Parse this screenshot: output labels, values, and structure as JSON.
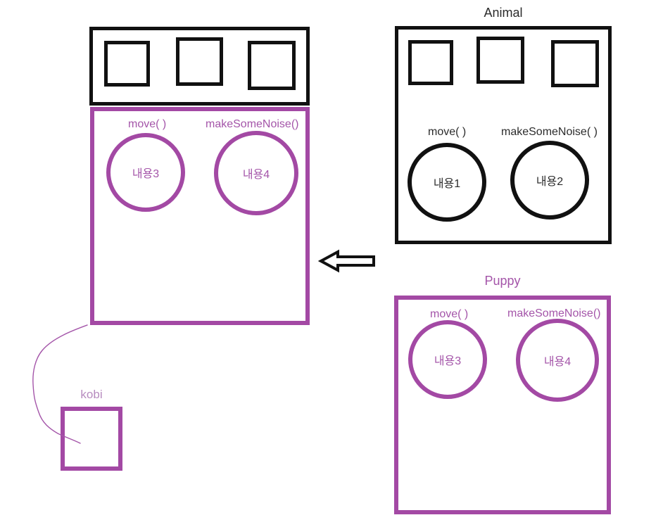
{
  "colors": {
    "black": "#111111",
    "dark-text": "#2b2b2b",
    "purple": "#a349a4",
    "purple-text": "#a455a9",
    "kobi-text": "#b78bbf",
    "bg": "#ffffff"
  },
  "animal": {
    "title": "Animal",
    "field_slots": 3,
    "methods": [
      {
        "label": "move( )",
        "content": "내용1"
      },
      {
        "label": "makeSomeNoise( )",
        "content": "내용2"
      }
    ]
  },
  "puppy": {
    "title": "Puppy",
    "methods": [
      {
        "label": "move( )",
        "content": "내용3"
      },
      {
        "label": "makeSomeNoise()",
        "content": "내용4"
      }
    ]
  },
  "instance": {
    "field_slots": 3,
    "methods": [
      {
        "label": "move( )",
        "content": "내용3"
      },
      {
        "label": "makeSomeNoise()",
        "content": "내용4"
      }
    ]
  },
  "kobi": {
    "label": "kobi"
  },
  "arrow": {
    "direction": "left"
  }
}
